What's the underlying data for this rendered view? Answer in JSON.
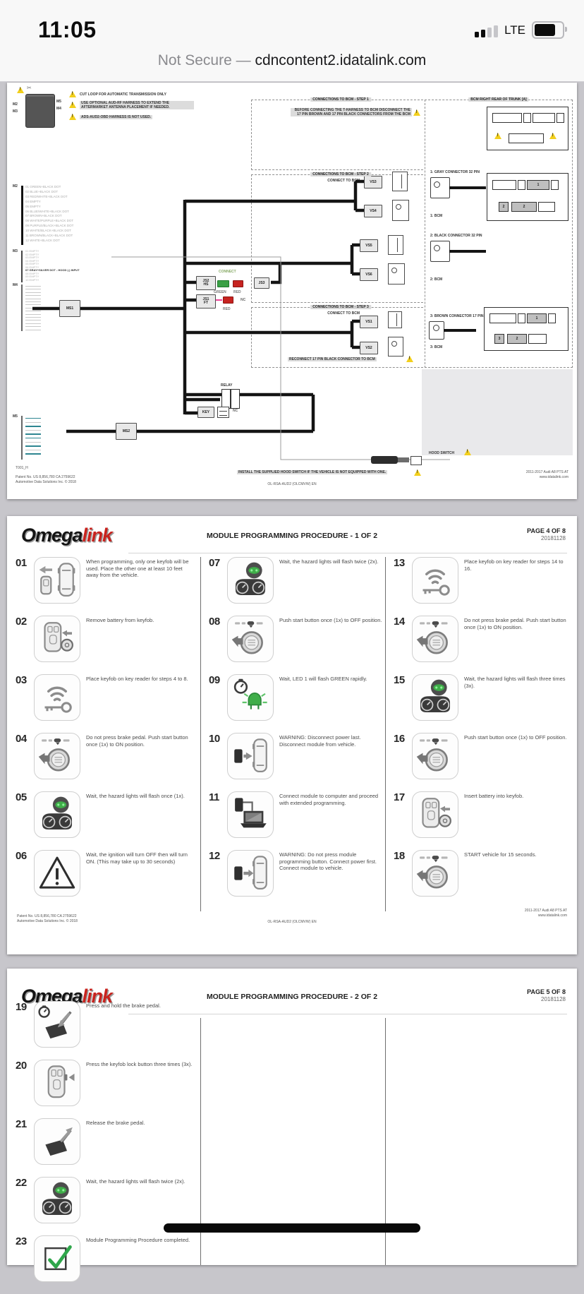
{
  "status": {
    "time": "11:05",
    "network": "LTE"
  },
  "urlbar": {
    "security": "Not Secure —",
    "domain": "cdncontent2.idatalink.com"
  },
  "brand": {
    "black": "Omega",
    "red": "link"
  },
  "diagram": {
    "warn1": "CUT LOOP FOR AUTOMATIC TRANSMISSION ONLY",
    "warn2": "USE OPTIONAL AUD-RF HARNESS TO EXTEND THE AFTERMARKET ANTENNA PLACEMENT IF NEEDED.",
    "warn3": "ADS-AUD2-OBD HARNESS IS NOT USED.",
    "labels": {
      "m2": "M2",
      "m3": "M3",
      "m4": "M4",
      "m5": "M5"
    },
    "m2_wires": [
      "01 GREEN+BLACK DOT",
      "02 BLUE+BLACK DOT",
      "03 RED/WHITE+BLACK DOT",
      "04 EMPTY",
      "05 EMPTY",
      "06 BLUE/WHITE+BLACK DOT",
      "07 BROWN+BLACK DOT",
      "08 WHITE/PURPLE+BLACK DOT",
      "09 PURPLE/BLACK+BLACK DOT",
      "10 WHITE/BLACK+BLACK DOT",
      "11 BROWN/BLACK+BLACK DOT",
      "12 WHITE+BLACK DOT"
    ],
    "m3_wires": [
      "01 EMPTY",
      "02 EMPTY",
      "03 EMPTY",
      "04 EMPTY",
      "05 EMPTY",
      "06 EMPTY",
      "07 GRAY+SILVER DOT - HOOD (-) INPUT",
      "08 EMPTY",
      "09 EMPTY",
      "10 EMPTY"
    ],
    "boxes": {
      "ms1": "MS1",
      "ms2": "MS2",
      "relay": "RELAY",
      "key": "KEY",
      "js2a": "JS2",
      "js2b": "HS",
      "js3": "JS3",
      "js1a": "JS1",
      "js1b": "FT"
    },
    "net": {
      "connect": "CONNECT",
      "green": "GREEN",
      "red": "RED",
      "red2": "RED",
      "nc": "NC",
      "nc2": "NC"
    },
    "vs": {
      "vs1": "VS1",
      "vs2": "VS2",
      "vs3": "VS3",
      "vs4": "VS4",
      "vs5": "VS5",
      "vs6": "VS6"
    },
    "s1": {
      "title": "CONNECTIONS TO BCM - STEP 1",
      "warning": "BEFORE CONNECTING THE T-HARNESS TO BCM DISCONNECT THE 17 PIN BROWN AND 17 PIN BLACK CONNECTORS FROM THE BCM"
    },
    "s2": {
      "title": "CONNECTIONS TO BCM - STEP 2",
      "connect": "CONNECT TO BCM",
      "l1": "1: GRAY CONNECTOR 32 PIN",
      "l1b": "1: BCM",
      "l2": "2: BLACK CONNECTOR 32 PIN",
      "l2b": "2: BCM"
    },
    "s3": {
      "title": "CONNECTIONS TO BCM - STEP 3",
      "connect": "CONNECT TO BCM",
      "l3": "3: BROWN CONNECTOR 17 PIN",
      "l3b": "3: BCM",
      "reconnect": "RECONNECT 17 PIN BLACK CONNECTOR TO BCM"
    },
    "trunk": {
      "title": "BCM RIGHT REAR OF TRUNK [A]",
      "t1": "1",
      "t2": "2",
      "t3": "3"
    },
    "hood": {
      "label": "HOOD SWITCH",
      "note": "INSTALL THE SUPPLIED HOOD SWITCH IF THE VEHICLE IS NOT EQUIPPED WITH ONE."
    },
    "footer": {
      "doc": "T001_H",
      "patent": "Patent No. US 8,856,780 CA 2759622",
      "company": "Automotive Data Solutions Inc. © 2018",
      "part": "OL-RSA-AUD2 (OLCMVW) EN",
      "vehicle": "2011-2017 Audi A8 PTS AT",
      "site": "www.idatalink.com"
    }
  },
  "p4": {
    "title": "MODULE PROGRAMMING PROCEDURE - 1 OF 2",
    "page": "PAGE 4 OF 8",
    "date": "20181128",
    "col1": [
      {
        "num": "01",
        "icon": "#icon-keyfob-away",
        "text": "When programming, only one keyfob will be used. Place the other one at least 10 feet away from the vehicle."
      },
      {
        "num": "02",
        "icon": "#icon-keyfob-battery",
        "text": "Remove battery from keyfob."
      },
      {
        "num": "03",
        "icon": "#icon-key-reader",
        "text": "Place keyfob on key reader for steps 4 to 8."
      },
      {
        "num": "04",
        "icon": "#icon-start-button",
        "text": "Do not press brake pedal. Push start button once (1x) to ON position."
      },
      {
        "num": "05",
        "icon": "#icon-dashboard",
        "text": "Wait, the hazard lights will flash once (1x)."
      },
      {
        "num": "06",
        "icon": "#icon-warning",
        "text": "Wait, the ignition will turn OFF then will turn ON. (This may take up to 30 seconds)"
      }
    ],
    "col2": [
      {
        "num": "07",
        "icon": "#icon-dashboard",
        "text": "Wait, the hazard lights will flash twice (2x)."
      },
      {
        "num": "08",
        "icon": "#icon-start-button",
        "text": "Push start button once (1x) to OFF position."
      },
      {
        "num": "09",
        "icon": "#icon-led-green",
        "text": "Wait, LED 1 will flash GREEN rapidly."
      },
      {
        "num": "10",
        "icon": "#icon-module-disconnect",
        "text": "WARNING: Disconnect power last. Disconnect module from vehicle."
      },
      {
        "num": "11",
        "icon": "#icon-module-laptop",
        "text": "Connect module to computer and proceed with extended programming."
      },
      {
        "num": "12",
        "icon": "#icon-module-connect",
        "text": "WARNING: Do not press module programming button. Connect power first. Connect module to vehicle."
      }
    ],
    "col3": [
      {
        "num": "13",
        "icon": "#icon-key-reader",
        "text": "Place keyfob on key reader for steps 14 to 16."
      },
      {
        "num": "14",
        "icon": "#icon-start-button",
        "text": "Do not press brake pedal. Push start button once (1x) to ON position."
      },
      {
        "num": "15",
        "icon": "#icon-dashboard",
        "text": "Wait, the hazard lights will flash three times (3x)."
      },
      {
        "num": "16",
        "icon": "#icon-start-button",
        "text": "Push start button once (1x) to OFF position."
      },
      {
        "num": "17",
        "icon": "#icon-keyfob-battery",
        "text": "Insert battery into keyfob."
      },
      {
        "num": "18",
        "icon": "#icon-start-button",
        "text": "START vehicle for 15 seconds."
      }
    ]
  },
  "p5": {
    "title": "MODULE PROGRAMMING PROCEDURE - 2 OF 2",
    "page": "PAGE 5 OF 8",
    "date": "20181128",
    "col1": [
      {
        "num": "19",
        "icon": "#icon-brake-press",
        "text": "Press and hold the brake pedal."
      },
      {
        "num": "20",
        "icon": "#icon-keyfob-lock",
        "text": "Press the keyfob lock button three times (3x)."
      },
      {
        "num": "21",
        "icon": "#icon-brake-release",
        "text": "Release the brake pedal."
      },
      {
        "num": "22",
        "icon": "#icon-dashboard",
        "text": "Wait, the hazard lights will flash twice (2x)."
      },
      {
        "num": "23",
        "icon": "#icon-check",
        "text": "Module Programming Procedure completed."
      }
    ]
  }
}
